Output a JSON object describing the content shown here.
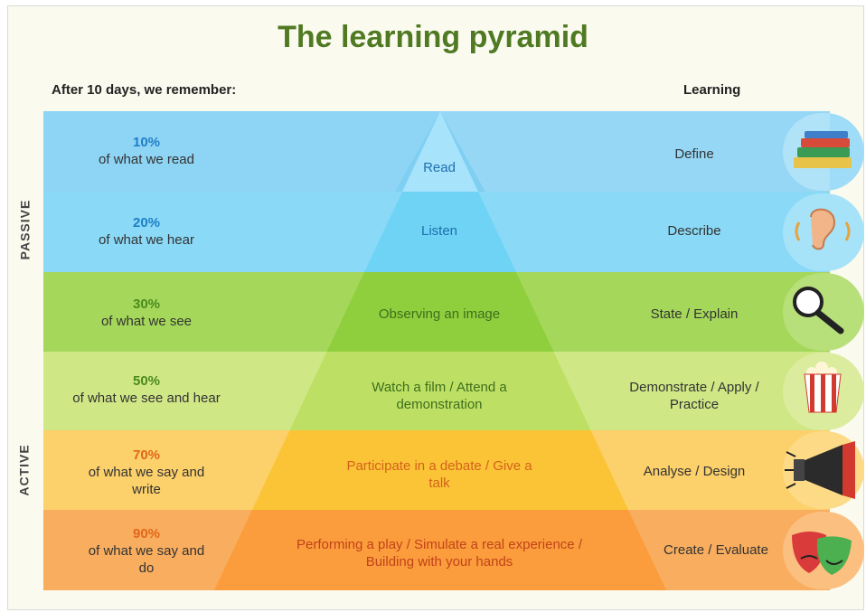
{
  "title": "The learning pyramid",
  "left_header": "After 10 days, we remember:",
  "right_header": "Learning",
  "side_labels": {
    "passive": "PASSIVE",
    "active": "ACTIVE"
  },
  "rows": [
    {
      "percent": "10%",
      "text": "of what we read",
      "activity": "Read",
      "learning": "Define",
      "icon": "books-icon",
      "percent_color": "#1f7fc6",
      "activity_color": "#1f6fae"
    },
    {
      "percent": "20%",
      "text": "of what we hear",
      "activity": "Listen",
      "learning": "Describe",
      "icon": "ear-icon",
      "percent_color": "#1f7fc6",
      "activity_color": "#1f6fae"
    },
    {
      "percent": "30%",
      "text": "of what we see",
      "activity": "Observing an image",
      "learning": "State / Explain",
      "icon": "magnifier-icon",
      "percent_color": "#4a8a1e",
      "activity_color": "#3e6e1c"
    },
    {
      "percent": "50%",
      "text": "of what we see and hear",
      "activity": "Watch a film / Attend a demonstration",
      "learning": "Demonstrate / Apply / Practice",
      "icon": "popcorn-icon",
      "percent_color": "#4a8a1e",
      "activity_color": "#3e6e1c"
    },
    {
      "percent": "70%",
      "text": "of what we say and write",
      "activity": "Participate in a debate / Give a talk",
      "learning": "Analyse / Design",
      "icon": "megaphone-icon",
      "percent_color": "#e0671b",
      "activity_color": "#d4621a"
    },
    {
      "percent": "90%",
      "text": "of what we say and do",
      "activity": "Performing a play / Simulate a real experience / Building with your hands",
      "learning": "Create / Evaluate",
      "icon": "theater-masks-icon",
      "percent_color": "#e0671b",
      "activity_color": "#c2421a"
    }
  ],
  "colors": {
    "title": "#4f7a22",
    "blue_band": "#7fcff3",
    "green_band": "#a5d85a",
    "orange_band": "#f9ad5e"
  }
}
